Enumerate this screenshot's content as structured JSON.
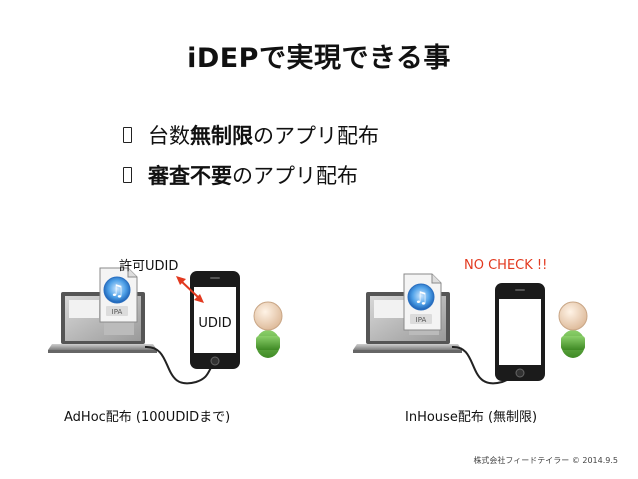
{
  "title": "iDEPで実現できる事",
  "bullets": [
    {
      "prefix": "台数",
      "bold": "無制限",
      "suffix": "のアプリ配布"
    },
    {
      "prefix": "",
      "bold": "審査不要",
      "suffix": "のアプリ配布"
    }
  ],
  "left": {
    "top_label": "許可UDID",
    "phone_label": "UDID",
    "ipa_label": "IPA",
    "caption": "AdHoc配布 (100UDIDまで)"
  },
  "right": {
    "top_label": "NO CHECK !!",
    "ipa_label": "IPA",
    "caption": "InHouse配布 (無制限)"
  },
  "footer": "株式会社フィードテイラー © 2014.9.5",
  "colors": {
    "accent_red": "#e2391f",
    "person_green": "#5aa33a",
    "person_skin": "#f2d9c2"
  }
}
